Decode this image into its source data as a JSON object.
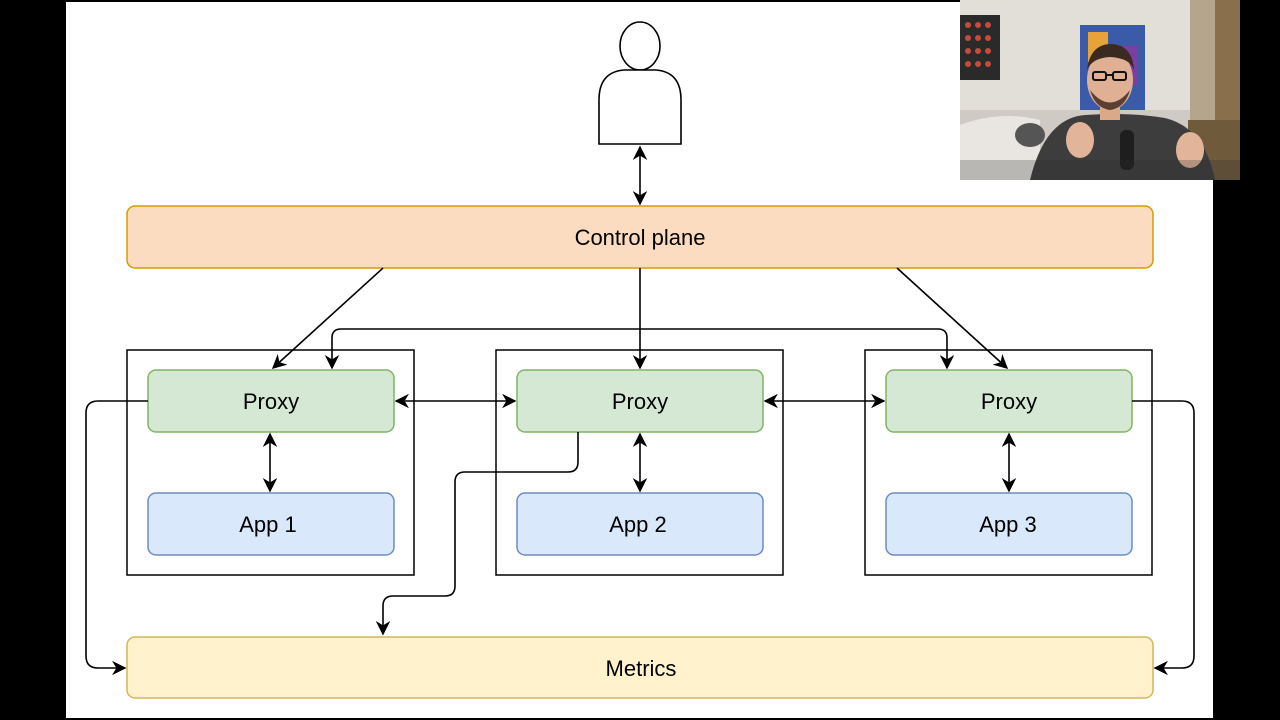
{
  "diagram": {
    "user_icon": "person-icon",
    "control_plane": {
      "label": "Control plane",
      "fill": "#fbdcc0",
      "stroke": "#d79b00"
    },
    "proxy": {
      "label": "Proxy",
      "fill": "#d5e8d4",
      "stroke": "#82b366"
    },
    "apps": [
      {
        "label": "App 1"
      },
      {
        "label": "App 2"
      },
      {
        "label": "App 3"
      }
    ],
    "app_style": {
      "fill": "#dae8fc",
      "stroke": "#6c8ebf"
    },
    "metrics": {
      "label": "Metrics",
      "fill": "#fff2cc",
      "stroke": "#d6b656"
    }
  },
  "video_overlay": {
    "description_icon": "presenter-webcam"
  }
}
